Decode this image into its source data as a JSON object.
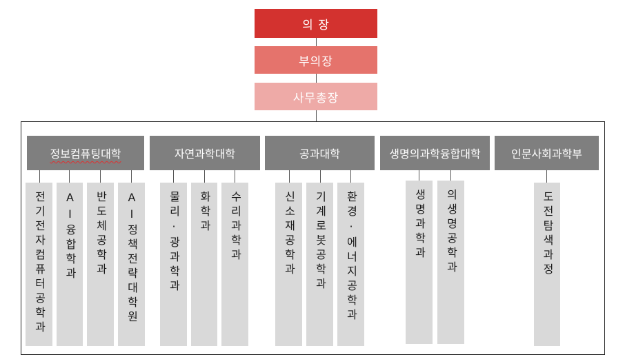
{
  "header": {
    "chair": "의 장",
    "vice_chair": "부의장",
    "secretary_general": "사무총장"
  },
  "colors": {
    "chair": "#d3322f",
    "vice_chair": "#e5736c",
    "secretary_general": "#eeaaa7",
    "college": "#7f7f7f",
    "department": "#d9d9d9"
  },
  "colleges": [
    {
      "name": "정보컴퓨팅대학",
      "departments": [
        "전기전자컴퓨터공학과",
        "AI융합학과",
        "반도체공학과",
        "AI정책전략대학원"
      ]
    },
    {
      "name": "자연과학대학",
      "departments": [
        "물리·광과학과",
        "화학과",
        "수리과학과"
      ]
    },
    {
      "name": "공과대학",
      "departments": [
        "신소재공학과",
        "기계로봇공학과",
        "환경·에너지공학과"
      ]
    },
    {
      "name": "생명의과학융합대학",
      "departments": [
        "생명과학과",
        "의생명공학과"
      ]
    },
    {
      "name": "인문사회과학부",
      "departments": [
        "도전탐색과정"
      ]
    }
  ]
}
